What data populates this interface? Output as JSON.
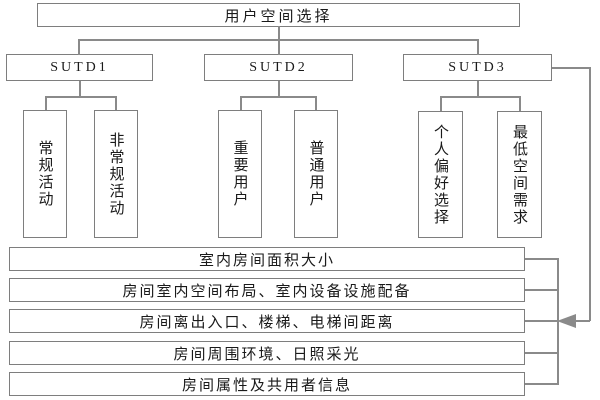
{
  "diagram": {
    "title": "用户空间选择",
    "groups": [
      {
        "label": "SUTD1",
        "children": [
          "常规活动",
          "非常规活动"
        ]
      },
      {
        "label": "SUTD2",
        "children": [
          "重要用户",
          "普通用户"
        ]
      },
      {
        "label": "SUTD3",
        "children": [
          "个人偏好选择",
          "最低空间需求"
        ]
      }
    ],
    "criteria": [
      "室内房间面积大小",
      "房间室内空间布局、室内设备设施配备",
      "房间离出入口、楼梯、电梯间距离",
      "房间周围环境、日照采光",
      "房间属性及共用者信息"
    ],
    "colors": {
      "border": "#7e7e7e",
      "line": "#8a8a8a",
      "arrow": "#8a8a8a",
      "text": "#1a1a1a",
      "background": "#ffffff"
    }
  }
}
